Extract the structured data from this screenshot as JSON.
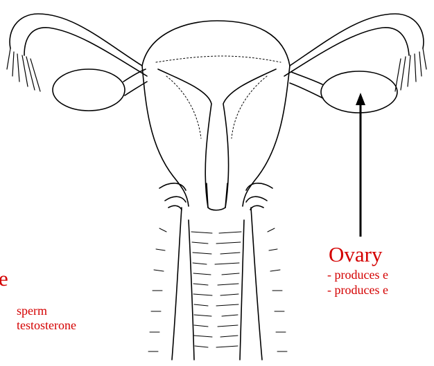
{
  "colors": {
    "label": "#d40000",
    "line": "#000000",
    "paper": "#ffffff"
  },
  "labels": {
    "ovary": {
      "title": "Ovary",
      "notes": [
        "- produces e",
        "- produces e"
      ]
    },
    "testes": {
      "title_fragment": "e",
      "notes": [
        "sperm",
        "testosterone"
      ]
    }
  }
}
